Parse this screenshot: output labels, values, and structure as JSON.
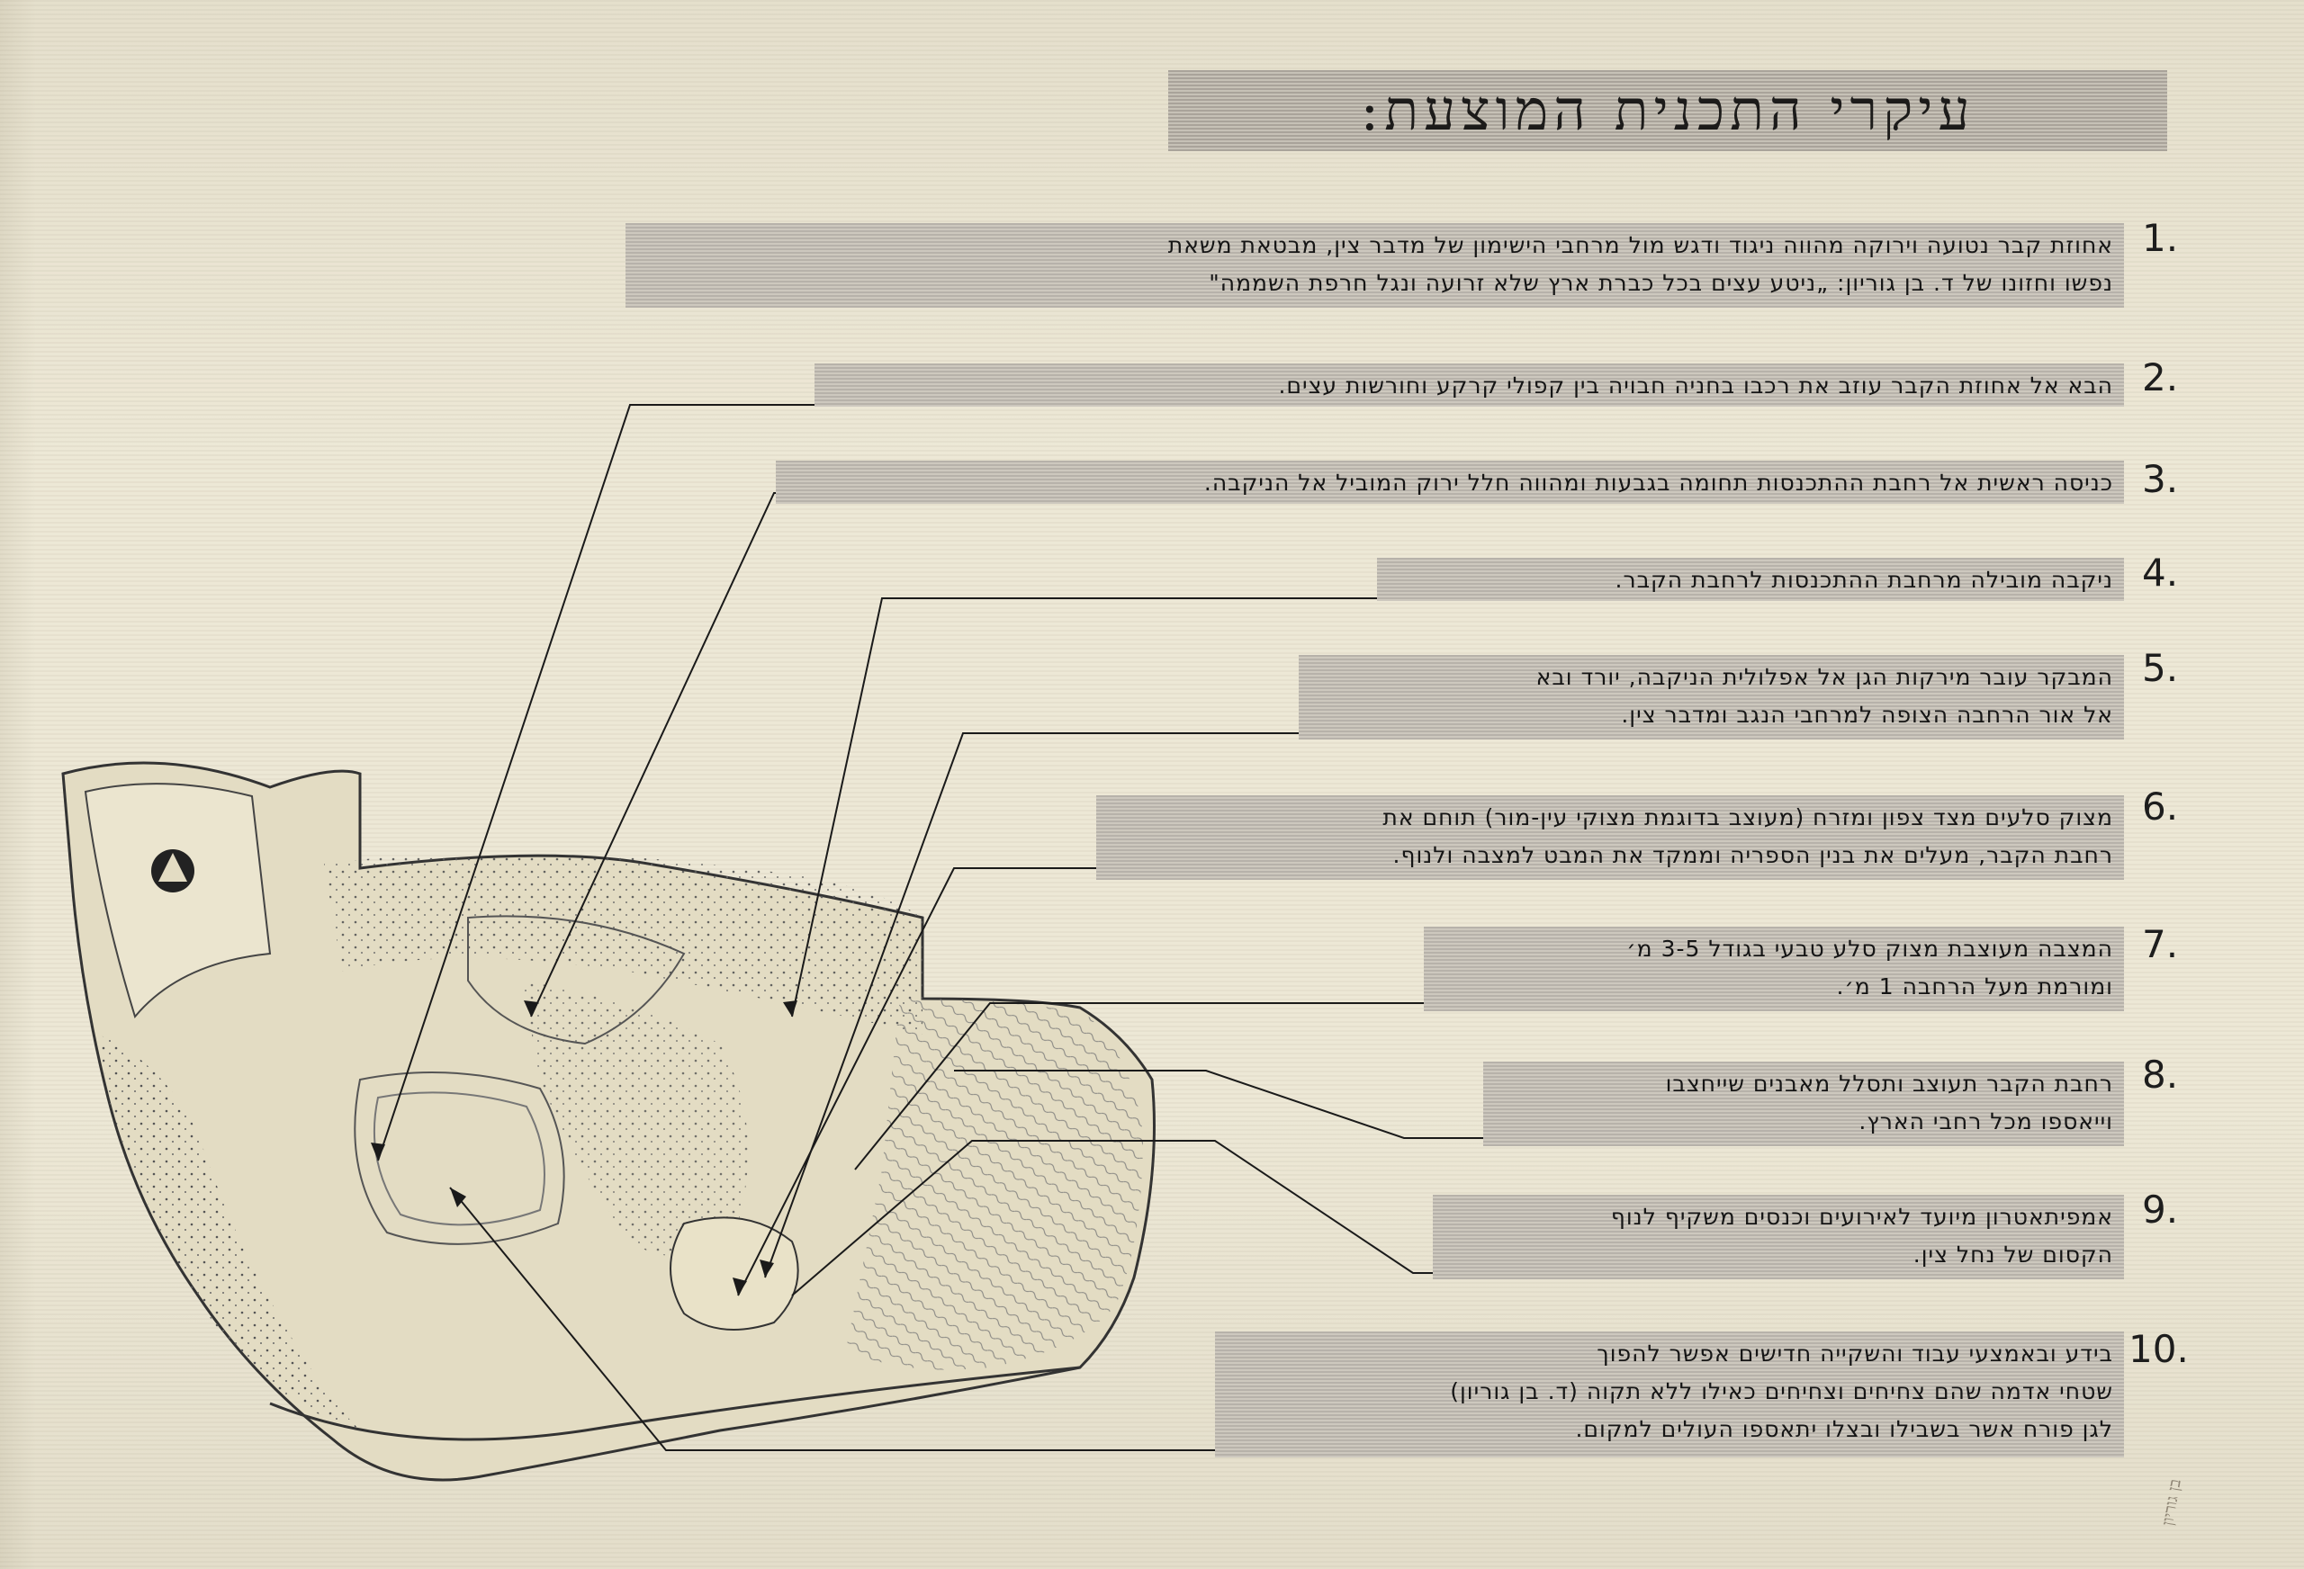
{
  "title": "עיקרי התכנית המוצעת:",
  "items": [
    {
      "num": "1.",
      "lines": [
        "אחוזת קבר נטועה וירוקה מהווה ניגוד ודגש מול מרחבי הישימון של מדבר צין, מבטאת משאת",
        "נפשו וחזונו של ד. בן גוריון: „ניטע עצים בכל כברת ארץ שלא זרועה ונגל חרפת השממה\""
      ]
    },
    {
      "num": "2.",
      "lines": [
        "הבא אל אחוזת הקבר עוזב את רכבו בחניה חבויה בין קפולי קרקע וחורשות עצים."
      ]
    },
    {
      "num": "3.",
      "lines": [
        "כניסה ראשית אל רחבת ההתכנסות תחומה בגבעות ומהווה חלל ירוק המוביל אל הניקבה."
      ]
    },
    {
      "num": "4.",
      "lines": [
        "ניקבה מובילה מרחבת ההתכנסות לרחבת הקבר."
      ]
    },
    {
      "num": "5.",
      "lines": [
        "המבקר עובר מירקות הגן אל אפלולית הניקבה, יורד ובא",
        "אל אור הרחבה הצופה למרחבי הנגב ומדבר צין."
      ]
    },
    {
      "num": "6.",
      "lines": [
        "מצוק סלעים מצד צפון ומזרח (מעוצב בדוגמת מצוקי עין-מור) תוחם את",
        "רחבת הקבר, מעלים את בנין הספריה וממקד את המבט למצבה ולנוף."
      ]
    },
    {
      "num": "7.",
      "lines": [
        "המצבה מעוצבת מצוק סלע טבעי בגודל 3-5 מ׳",
        "ומורמת מעל הרחבה 1 מ׳."
      ]
    },
    {
      "num": "8.",
      "lines": [
        "רחבת הקבר תעוצב ותסלל מאבנים שייחצבו",
        "וייאספו מכל רחבי הארץ."
      ]
    },
    {
      "num": "9.",
      "lines": [
        "אמפיתאטרון מיועד לאירועים וכנסים משקיף לנוף",
        "הקסום של נחל צין."
      ]
    },
    {
      "num": "10.",
      "lines": [
        "בידע ובאמצעי עבוד והשקייה חדישים אפשר להפוך",
        "שטחי אדמה שהם צחיחים וצחיחים כאילו ללא תקוה (ד. בן גוריון)",
        "לגן פורח אשר בשבילו ובצלו יתאספו העולים למקום."
      ]
    }
  ],
  "side_note": "בן גוריון"
}
